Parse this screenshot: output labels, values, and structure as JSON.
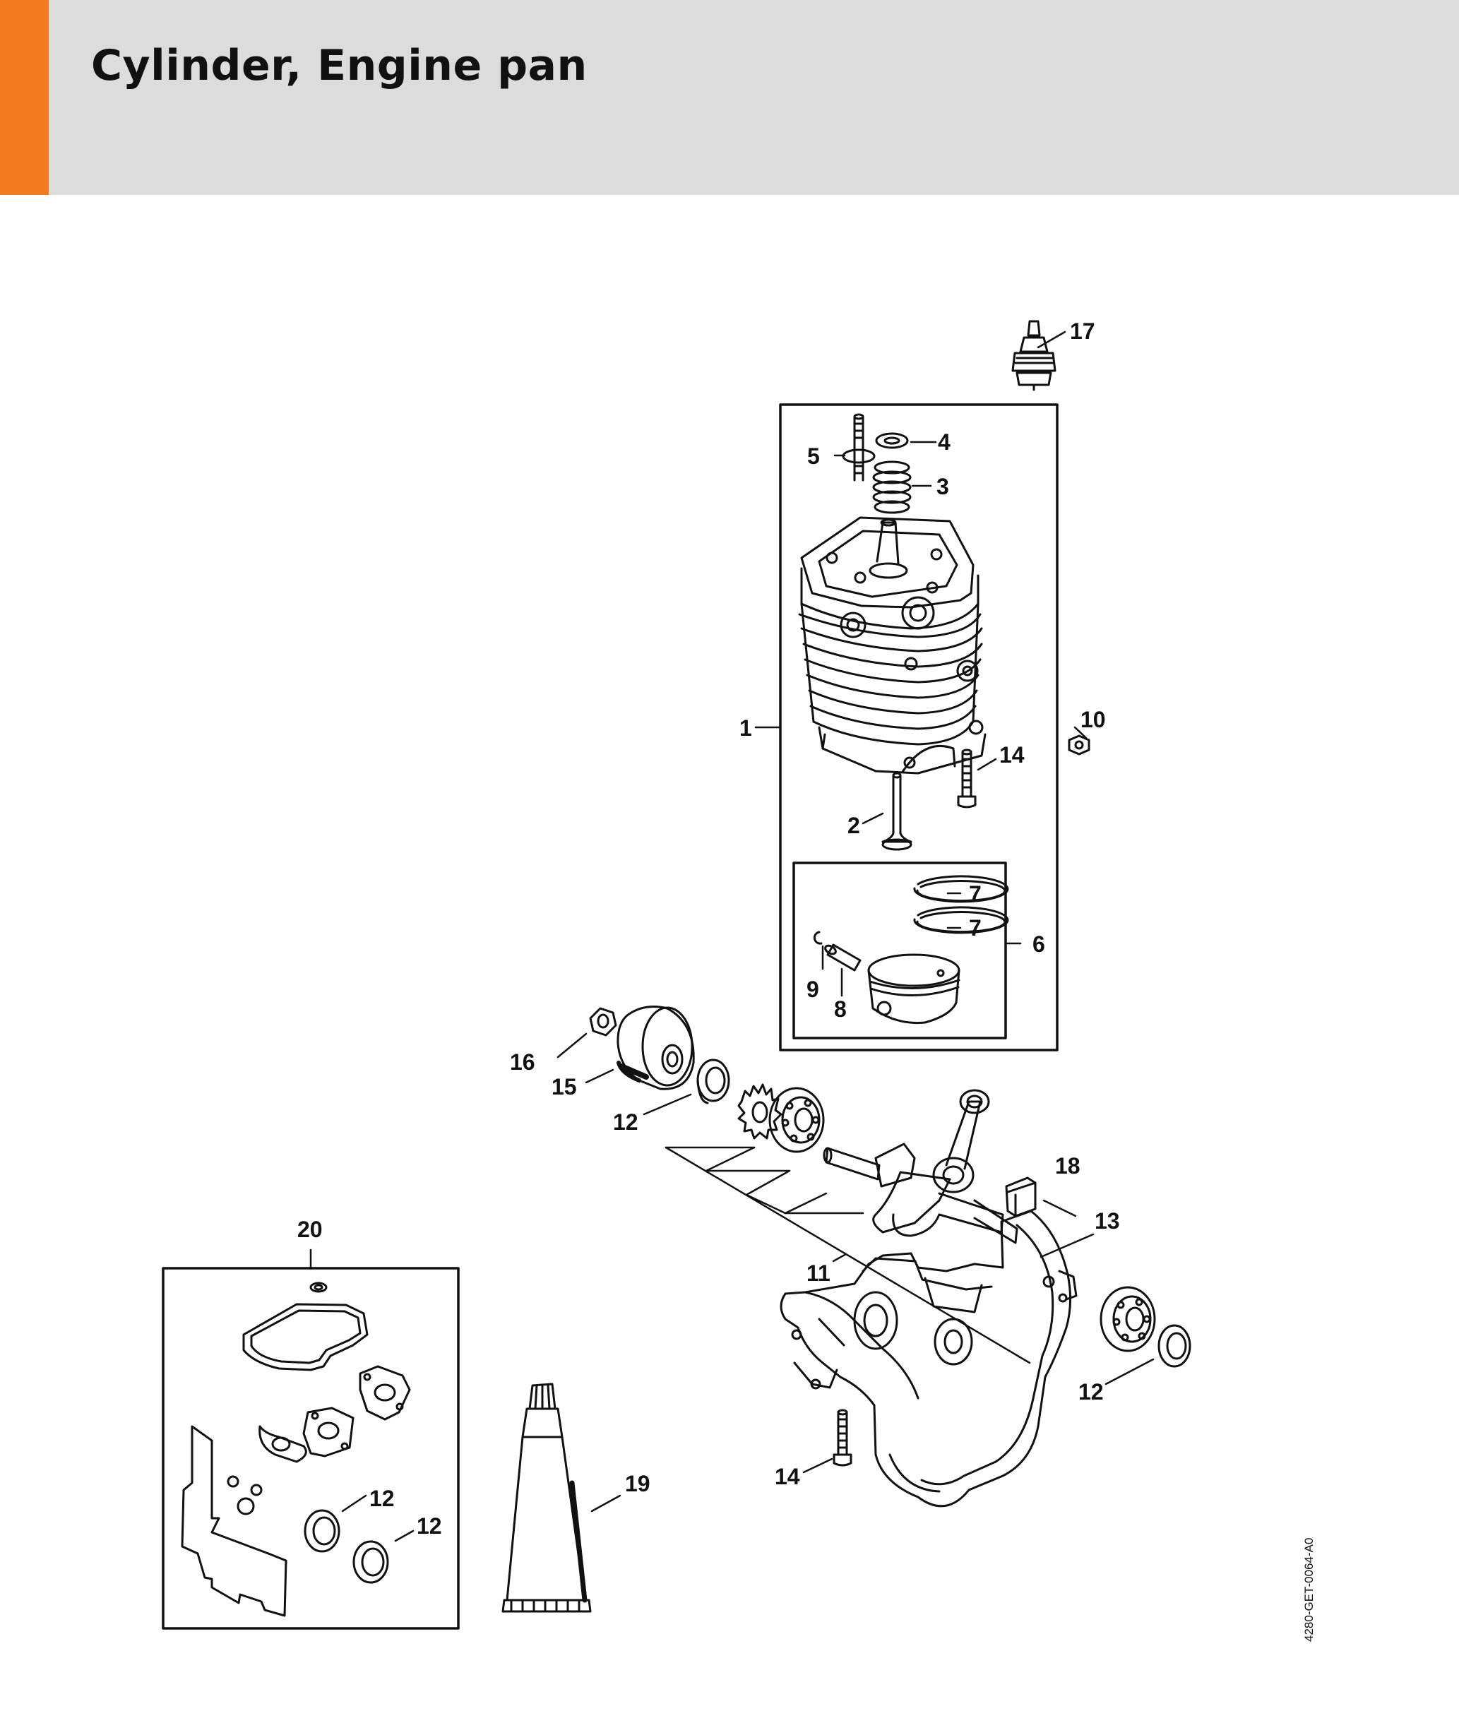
{
  "header": {
    "title": "Cylinder, Engine pan",
    "accent_color": "#f37a1f",
    "band_color": "#dcdcdb"
  },
  "diagram": {
    "callouts": {
      "c1": "1",
      "c2": "2",
      "c3": "3",
      "c4": "4",
      "c5": "5",
      "c6": "6",
      "c7a": "7",
      "c7b": "7",
      "c8": "8",
      "c9": "9",
      "c10": "10",
      "c11": "11",
      "c12a": "12",
      "c12b": "12",
      "c12c": "12",
      "c12d": "12",
      "c13": "13",
      "c14a": "14",
      "c14b": "14",
      "c15": "15",
      "c16": "16",
      "c17": "17",
      "c18": "18",
      "c19": "19",
      "c20": "20"
    },
    "drawing_code": "4280-GET-0064-A0"
  }
}
